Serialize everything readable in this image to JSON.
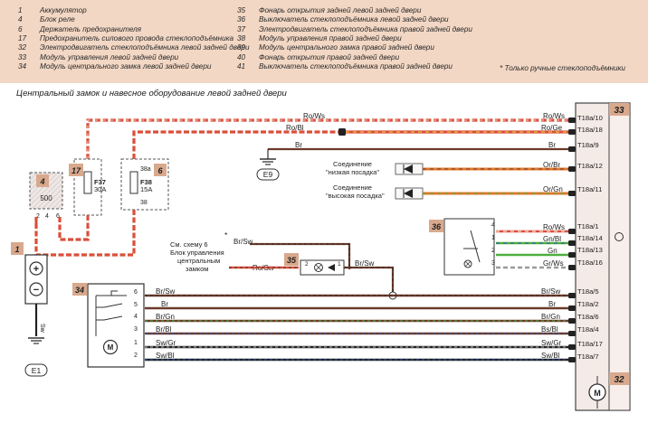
{
  "legend": {
    "left": [
      {
        "num": "1",
        "text": "Аккумулятор"
      },
      {
        "num": "4",
        "text": "Блок реле"
      },
      {
        "num": "6",
        "text": "Держатель предохранителя"
      },
      {
        "num": "17",
        "text": "Предохранитель силового провода стеклоподъёмника"
      },
      {
        "num": "32",
        "text": "Электродвигатель стеклоподъёмника левой задней двери"
      },
      {
        "num": "33",
        "text": "Модуль управления левой задней двери"
      },
      {
        "num": "34",
        "text": "Модуль центрального замка левой задней двери"
      }
    ],
    "right": [
      {
        "num": "35",
        "text": "Фонарь открытия задней левой задней двери"
      },
      {
        "num": "36",
        "text": "Выключатель стеклоподъёмника левой задней двери"
      },
      {
        "num": "37",
        "text": "Электродвигатель стеклоподъёмника правой задней двери"
      },
      {
        "num": "38",
        "text": "Модуль управления правой задней двери"
      },
      {
        "num": "39",
        "text": "Модуль центрального замка правой задней двери"
      },
      {
        "num": "40",
        "text": "Фонарь открытия правой задней двери"
      },
      {
        "num": "41",
        "text": "Выключатель стеклоподъёмника правой задней двери"
      }
    ],
    "note": "* Только ручные стеклоподъёмники"
  },
  "diagram_title": "Центральный замок и навесное оборудование левой задней двери",
  "components": {
    "c1": "1",
    "c4": "4",
    "c6": "6",
    "c17": "17",
    "c32": "32",
    "c33": "33",
    "c34": "34",
    "c35": "35",
    "c36": "36",
    "relay_value": "500",
    "fuse_f37": "F37",
    "fuse_f37_rating": "30A",
    "fuse_f38": "F38",
    "fuse_f38_rating": "15A",
    "pin_38a": "38a",
    "pin_38": "38",
    "relay_pin_2": "2",
    "relay_pin_4": "4",
    "relay_pin_6": "6",
    "wire_sw": "Sw",
    "ground_e1": "E1",
    "ground_e9": "E9",
    "plus": "+",
    "minus": "−",
    "motor": "M"
  },
  "wires": {
    "ro_ws": "Ro/Ws",
    "ro_bl": "Ro/Bl",
    "ro_ge": "Ro/Ge",
    "br": "Br",
    "or_br": "Or/Br",
    "or_gn": "Or/Gn",
    "ro_ws2": "Ro/Ws",
    "gn_bl": "Gn/Bl",
    "gn": "Gn",
    "gr_ws": "Gr/Ws",
    "br_sw": "Br/Sw",
    "br_gn": "Br/Gn",
    "br_bl": "Br/Bl",
    "sw_gr": "Sw/Gr",
    "sw_bl": "Sw/Bl",
    "bs_bl": "Bs/Bl",
    "br_sw_in": "Br/Sw",
    "ro_sw": "Ro/Sw",
    "br_sw_out": "Br/Sw"
  },
  "connectors": {
    "t10": "T18a/10",
    "t18": "T18a/18",
    "t9": "T18a/9",
    "t12": "T18a/12",
    "t11": "T18a/11",
    "t1": "T18a/1",
    "t14": "T18a/14",
    "t13": "T18a/13",
    "t16": "T18a/16",
    "t5": "T18a/5",
    "t2": "T18a/2",
    "t6": "T18a/6",
    "t4": "T18a/4",
    "t17": "T18a/17",
    "t7": "T18a/7"
  },
  "labels": {
    "low_fit_1": "Соединение",
    "low_fit_2": "\"низкая посадка\"",
    "high_fit_1": "Соединение",
    "high_fit_2": "\"высокая посадка\"",
    "see_1": "См. схему 6",
    "see_2": "Блок управления",
    "see_3": "центральным",
    "see_4": "замком",
    "asterisk": "*",
    "s36_pins": [
      "4",
      "1",
      "2",
      "3"
    ],
    "s34_pins": [
      "6",
      "5",
      "4",
      "3",
      "1",
      "2"
    ],
    "s35_pins": [
      "2",
      "1"
    ]
  }
}
